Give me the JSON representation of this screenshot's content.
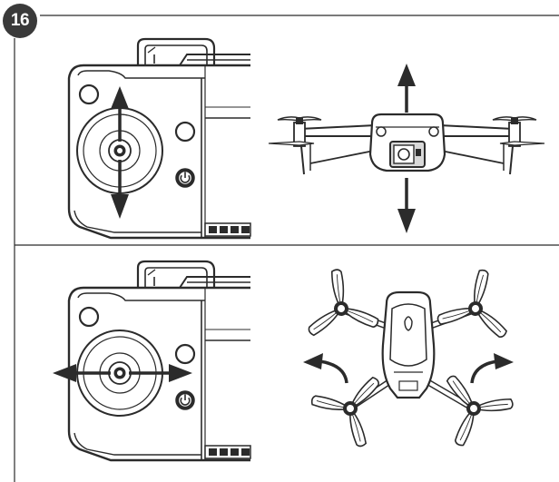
{
  "step": {
    "number": "16"
  },
  "panels": [
    {
      "id": "vertical",
      "stick_motion": "up-down",
      "drone_view": "front",
      "drone_motion": "ascend-descend"
    },
    {
      "id": "rotate",
      "stick_motion": "left-right",
      "drone_view": "top",
      "drone_motion": "rotate-left-right"
    }
  ],
  "colors": {
    "line": "#2b2b2b",
    "badge": "#3a3a3a",
    "fill_light": "#ffffff",
    "fill_gray": "#d8d8d8"
  },
  "icons": [
    "power-icon",
    "arrow-up-icon",
    "arrow-down-icon",
    "arrow-left-icon",
    "arrow-right-icon",
    "rotate-left-arrow-icon",
    "rotate-right-arrow-icon"
  ]
}
